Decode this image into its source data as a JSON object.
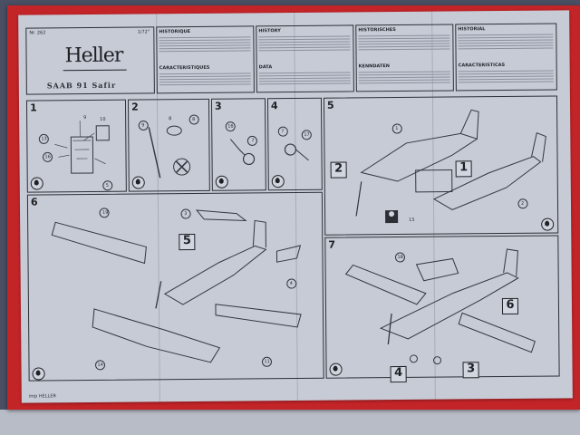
{
  "sheet": {
    "ref": "Nr. 262",
    "scale": "1/72°",
    "brand": "Heller",
    "model": "SAAB 91 Safir",
    "footer": "imp HELLER"
  },
  "info_columns": [
    {
      "heading": "HISTORIQUE",
      "subheading": "CARACTERISTIQUES"
    },
    {
      "heading": "HISTORY",
      "subheading": "DATA"
    },
    {
      "heading": "HISTORISCHES",
      "subheading": "KENNDATEN"
    },
    {
      "heading": "HISTORIAL",
      "subheading": "CARACTERISTICAS"
    }
  ],
  "steps": [
    "1",
    "2",
    "3",
    "4",
    "5",
    "6",
    "7"
  ],
  "callouts": {
    "step5_sub_a": "2",
    "step5_sub_b": "1",
    "step6_sub": "5",
    "step7_sub_a": "6",
    "step7_sub_b": "4",
    "step7_sub_c": "3"
  },
  "part_numbers": {
    "s1": [
      "13",
      "16",
      "10",
      "9",
      "5"
    ],
    "s2": [
      "9",
      "8",
      "8"
    ],
    "s3": [
      "16",
      "7"
    ],
    "s4": [
      "7",
      "17"
    ],
    "s5": [
      "1",
      "15",
      "2"
    ],
    "s6": [
      "19",
      "3",
      "4",
      "14",
      "11"
    ],
    "s7": [
      "18"
    ]
  }
}
